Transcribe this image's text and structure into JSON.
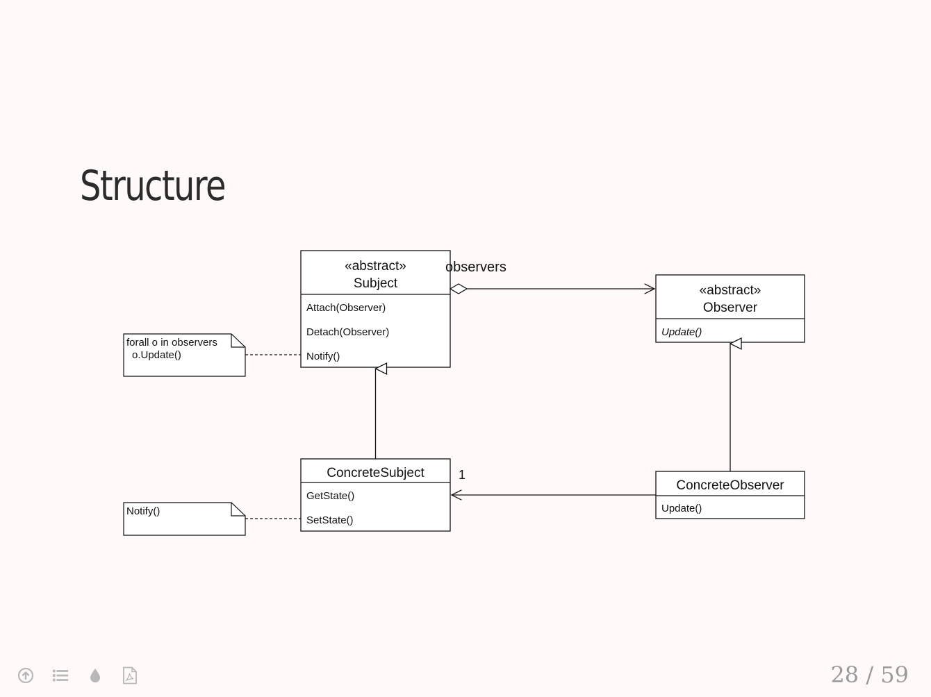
{
  "slide": {
    "title": "Structure"
  },
  "diagram": {
    "subject": {
      "stereotype": "«abstract»",
      "name": "Subject",
      "operations": [
        "Attach(Observer)",
        "Detach(Observer)",
        "Notify()"
      ]
    },
    "observer": {
      "stereotype": "«abstract»",
      "name": "Observer",
      "operations": [
        "Update()"
      ]
    },
    "concrete_subject": {
      "name": "ConcreteSubject",
      "operations": [
        "GetState()",
        "SetState()"
      ]
    },
    "concrete_observer": {
      "name": "ConcreteObserver",
      "operations": [
        "Update()"
      ]
    },
    "notes": {
      "notify_note": [
        "forall o in observers",
        "o.Update()"
      ],
      "setstate_note": [
        "Notify()"
      ]
    },
    "associations": {
      "observers_label": "observers",
      "subject_multiplicity": "1"
    }
  },
  "navigation": {
    "page_current": "28",
    "page_separator": "/",
    "page_total": "59",
    "page_text": "28 / 59",
    "icons": [
      "overview-icon",
      "toc-icon",
      "theme-icon",
      "pdf-icon"
    ]
  },
  "colors": {
    "background": "#fffaf9",
    "title": "#2b2b2b",
    "line": "#111111",
    "toolbar_icon": "#b8b8b8",
    "page_number": "#9a9a9a"
  }
}
